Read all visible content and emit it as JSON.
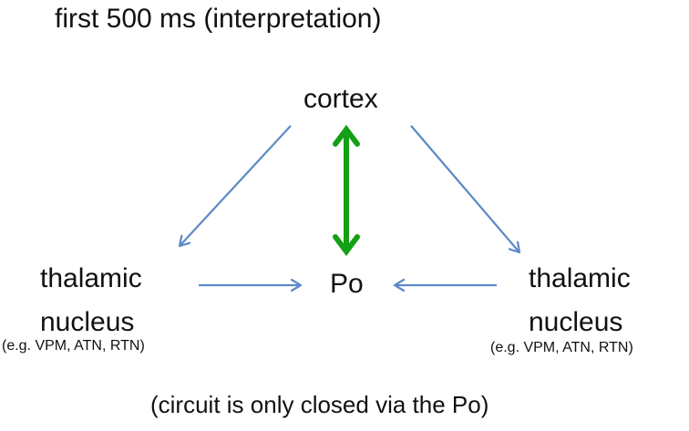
{
  "title": "first 500 ms (interpretation)",
  "nodes": {
    "cortex": "cortex",
    "po": "Po",
    "thalamic_left": {
      "line1": "thalamic",
      "line2": "nucleus",
      "example": "(e.g. VPM, ATN, RTN)"
    },
    "thalamic_right": {
      "line1": "thalamic",
      "line2": "nucleus",
      "example": "(e.g. VPM, ATN, RTN)"
    }
  },
  "caption": "(circuit is only closed via the Po)",
  "colors": {
    "thin_arrow": "#5b8ac6",
    "bidirectional_arrow": "#14a014",
    "text": "#111111"
  }
}
